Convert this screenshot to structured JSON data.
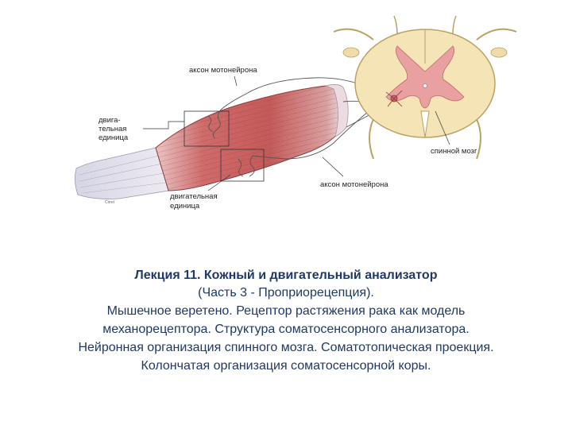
{
  "diagram": {
    "labels": {
      "axon_top": "аксон мотонейрона",
      "motor_unit_left_1": "двига-",
      "motor_unit_left_2": "тельная",
      "motor_unit_left_3": "единица",
      "spinal_cord": "спинной мозг",
      "axon_bottom": "аксон мотонейрона",
      "motor_unit_bottom_1": "двигательная",
      "motor_unit_bottom_2": "единица",
      "tendon_mark": "Cirrel"
    }
  },
  "lecture": {
    "title": "Лекция 11. Кожный и двигательный анализатор",
    "part": "(Часть 3 - Проприорецепция).",
    "topics": "Мышечное веретено. Рецептор растяжения рака как модель механорецептора. Структура соматосенсорного анализатора. Нейронная организация спинного мозга. Соматотопическая проекция. Колончатая организация соматосенсорной коры."
  },
  "colors": {
    "muscle": "#c8605f",
    "muscle_dark": "#9e3b3a",
    "tendon": "#e6e6ef",
    "spinal_white": "#f4e4b6",
    "spinal_outline": "#b8a165",
    "gray_matter": "#e8a0a0",
    "title_text": "#1f3864"
  }
}
